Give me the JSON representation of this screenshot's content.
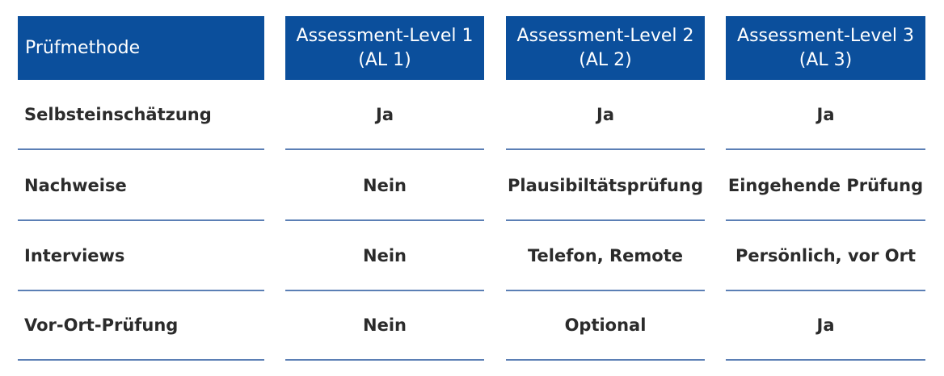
{
  "header": {
    "method_label": "Prüfmethode",
    "levels": [
      {
        "line1": "Assessment-Level 1",
        "line2": "(AL 1)"
      },
      {
        "line1": "Assessment-Level 2",
        "line2": "(AL 2)"
      },
      {
        "line1": "Assessment-Level 3",
        "line2": "(AL 3)"
      }
    ]
  },
  "rows": [
    {
      "method": "Selbsteinschätzung",
      "values": [
        "Ja",
        "Ja",
        "Ja"
      ]
    },
    {
      "method": "Nachweise",
      "values": [
        "Nein",
        "Plausibiltätsprüfung",
        "Eingehende Prüfung"
      ]
    },
    {
      "method": "Interviews",
      "values": [
        "Nein",
        "Telefon, Remote",
        "Persönlich, vor Ort"
      ]
    },
    {
      "method": "Vor-Ort-Prüfung",
      "values": [
        "Nein",
        "Optional",
        "Ja"
      ]
    }
  ],
  "colors": {
    "header_bg": "#0b4f9c",
    "header_text": "#ffffff",
    "divider": "#5b7fb5",
    "body_text": "#2b2b2b"
  }
}
